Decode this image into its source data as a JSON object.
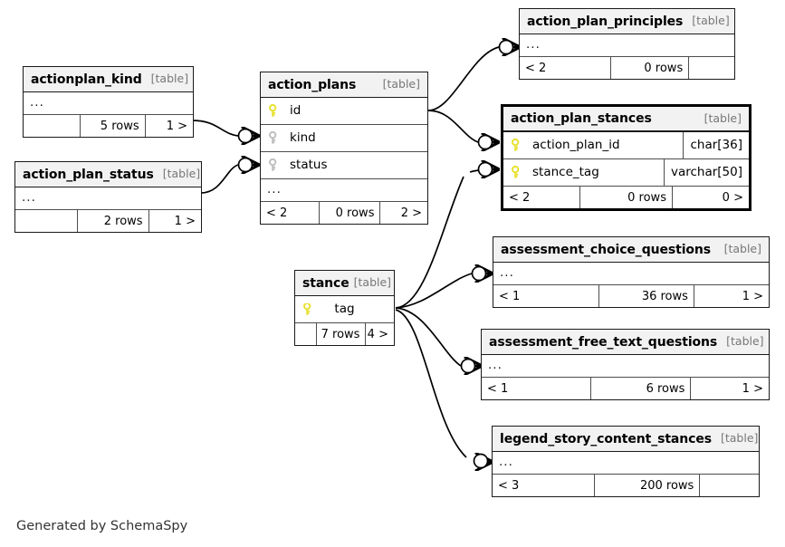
{
  "diagram": {
    "generator_credit": "Generated by SchemaSpy",
    "table_tag": "[table]",
    "ellipsis": "...",
    "colors": {
      "primary_key": "#e8e132",
      "foreign_key": "#bfbfbf",
      "header_background": "#f2f2f2",
      "border": "#1a1a1a",
      "edge": "#000000",
      "tag_text": "#777777"
    }
  },
  "tables": [
    {
      "id": "actionplan_kind",
      "name": "actionplan_kind",
      "tag": "[table]",
      "focus": false,
      "columns": [],
      "has_ellipsis": true,
      "footer": {
        "left": "",
        "middle": "5 rows",
        "right": "1 >"
      }
    },
    {
      "id": "action_plan_status",
      "name": "action_plan_status",
      "tag": "[table]",
      "focus": false,
      "columns": [],
      "has_ellipsis": true,
      "footer": {
        "left": "",
        "middle": "2 rows",
        "right": "1 >"
      }
    },
    {
      "id": "action_plans",
      "name": "action_plans",
      "tag": "[table]",
      "focus": false,
      "columns": [
        {
          "name": "id",
          "key": "primary",
          "type": ""
        },
        {
          "name": "kind",
          "key": "foreign",
          "type": ""
        },
        {
          "name": "status",
          "key": "foreign",
          "type": ""
        }
      ],
      "has_ellipsis": true,
      "footer": {
        "left": "< 2",
        "middle": "0 rows",
        "right": "2 >"
      }
    },
    {
      "id": "action_plan_principles",
      "name": "action_plan_principles",
      "tag": "[table]",
      "focus": false,
      "columns": [],
      "has_ellipsis": true,
      "footer": {
        "left": "< 2",
        "middle": "0 rows",
        "right": ""
      }
    },
    {
      "id": "action_plan_stances",
      "name": "action_plan_stances",
      "tag": "[table]",
      "focus": true,
      "columns": [
        {
          "name": "action_plan_id",
          "key": "primary",
          "type": "char[36]"
        },
        {
          "name": "stance_tag",
          "key": "primary",
          "type": "varchar[50]"
        }
      ],
      "has_ellipsis": false,
      "footer": {
        "left": "< 2",
        "middle": "0 rows",
        "right": "0 >"
      }
    },
    {
      "id": "stance",
      "name": "stance",
      "tag": "[table]",
      "focus": false,
      "columns": [
        {
          "name": "tag",
          "key": "primary",
          "type": ""
        }
      ],
      "has_ellipsis": false,
      "footer": {
        "left": "",
        "middle": "7 rows",
        "right": "4 >"
      }
    },
    {
      "id": "assessment_choice_questions",
      "name": "assessment_choice_questions",
      "tag": "[table]",
      "focus": false,
      "columns": [],
      "has_ellipsis": true,
      "footer": {
        "left": "< 1",
        "middle": "36 rows",
        "right": "1 >"
      }
    },
    {
      "id": "assessment_free_text_questions",
      "name": "assessment_free_text_questions",
      "tag": "[table]",
      "focus": false,
      "columns": [],
      "has_ellipsis": true,
      "footer": {
        "left": "< 1",
        "middle": "6 rows",
        "right": "1 >"
      }
    },
    {
      "id": "legend_story_content_stances",
      "name": "legend_story_content_stances",
      "tag": "[table]",
      "focus": false,
      "columns": [],
      "has_ellipsis": true,
      "footer": {
        "left": "< 3",
        "middle": "200 rows",
        "right": ""
      }
    }
  ],
  "relationships": [
    {
      "from": "actionplan_kind",
      "to": "action_plans",
      "to_column": "kind"
    },
    {
      "from": "action_plan_status",
      "to": "action_plans",
      "to_column": "status"
    },
    {
      "from": "action_plans",
      "to": "action_plan_principles"
    },
    {
      "from": "action_plans",
      "to": "action_plan_stances",
      "to_column": "action_plan_id"
    },
    {
      "from": "stance",
      "to": "action_plan_stances",
      "to_column": "stance_tag"
    },
    {
      "from": "stance",
      "to": "assessment_choice_questions"
    },
    {
      "from": "stance",
      "to": "assessment_free_text_questions"
    },
    {
      "from": "stance",
      "to": "legend_story_content_stances"
    }
  ]
}
